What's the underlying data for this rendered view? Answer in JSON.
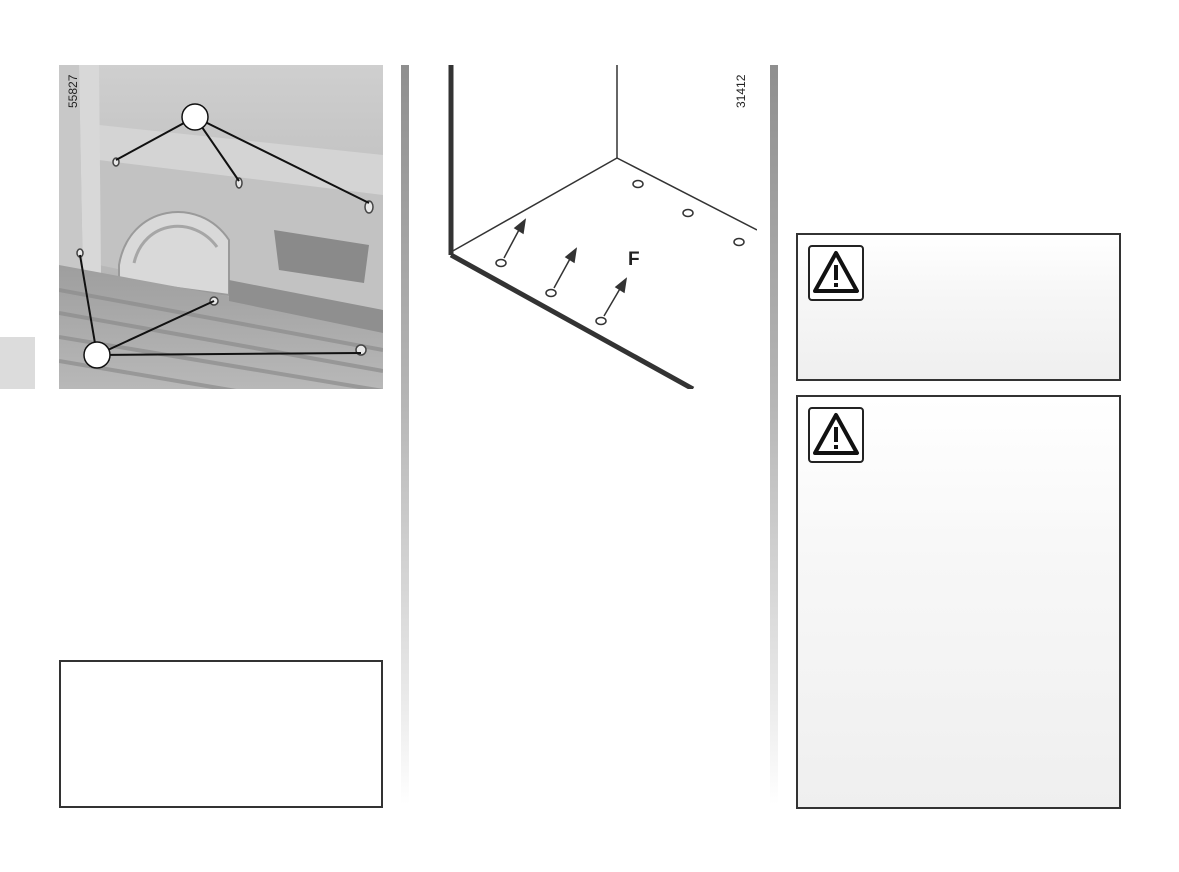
{
  "photo": {
    "reference": "55827"
  },
  "diagram": {
    "reference": "31412",
    "callout": "F"
  },
  "icons": {
    "left_tab": "page-edge-tab",
    "warning": "warning-triangle-icon"
  },
  "colors": {
    "border": "#333333",
    "divider": "#9a9a9a",
    "tab": "#dcdcdc"
  }
}
